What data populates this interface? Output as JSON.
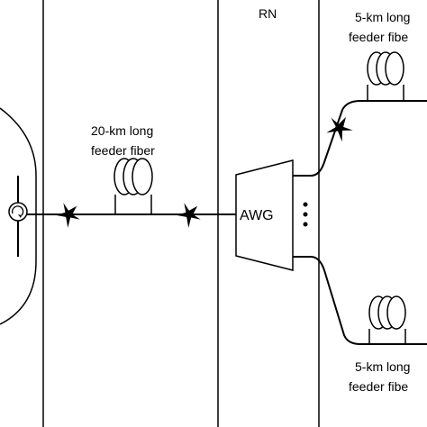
{
  "rn_box": {
    "label": "RN"
  },
  "awg": {
    "label": "AWG"
  },
  "feeder_main": {
    "line1": "20-km long",
    "line2": "feeder fiber"
  },
  "branch_top": {
    "line1": "5-km long",
    "line2": "feeder fibe"
  },
  "branch_bottom": {
    "line1": "5-km long",
    "line2": "feeder fibe"
  },
  "colors": {
    "stroke": "#000000",
    "background": "#ffffff"
  },
  "icons": [
    "circulator-icon",
    "fault-star-icon",
    "fiber-spool-icon",
    "ellipsis-dots-icon"
  ]
}
